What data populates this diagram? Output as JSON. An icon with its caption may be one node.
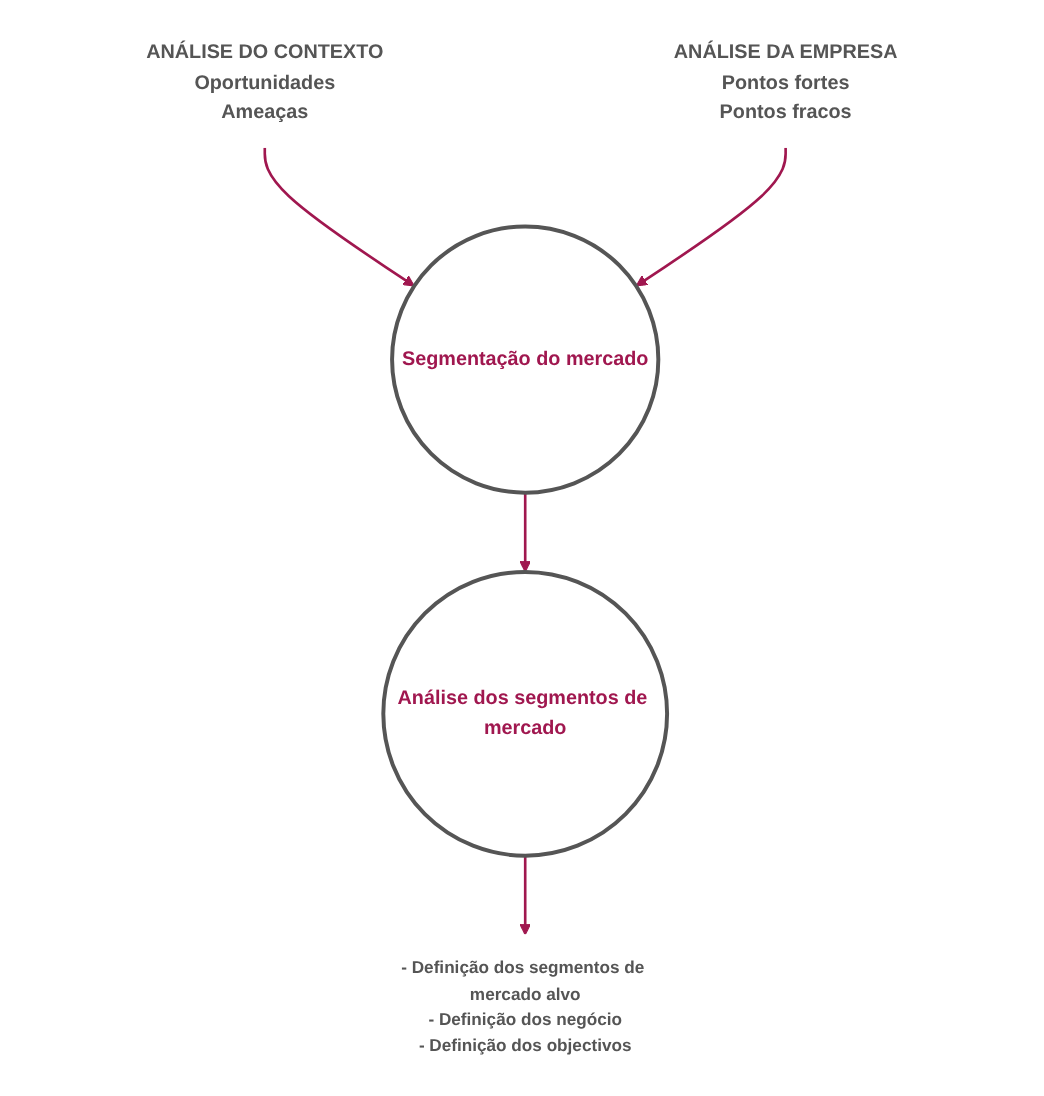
{
  "diagram": {
    "nodes": [
      {
        "text": [
          "ANÁLISE DO CONTEXTO",
          "Oportunidades",
          "Ameaças"
        ]
      },
      {
        "text": [
          "ANÁLISE DA EMPRESA",
          "Pontos fortes",
          "Pontos fracos"
        ]
      },
      {
        "text": [
          "Segmentação do mercado"
        ]
      },
      {
        "text": [
          "Análise dos segmentos de mercado"
        ]
      },
      {
        "text": [
          "- Definição dos segmentos de mercado alvo",
          "- Definição dos negócio",
          "- Definição dos objectivos"
        ]
      }
    ],
    "edges": [
      {
        "from": 0,
        "to": 2,
        "arrow": "to"
      },
      {
        "from": 1,
        "to": 2,
        "arrow": "to"
      },
      {
        "from": 2,
        "to": 3,
        "arrow": "to"
      },
      {
        "from": 3,
        "to": 4,
        "arrow": "to"
      }
    ]
  }
}
